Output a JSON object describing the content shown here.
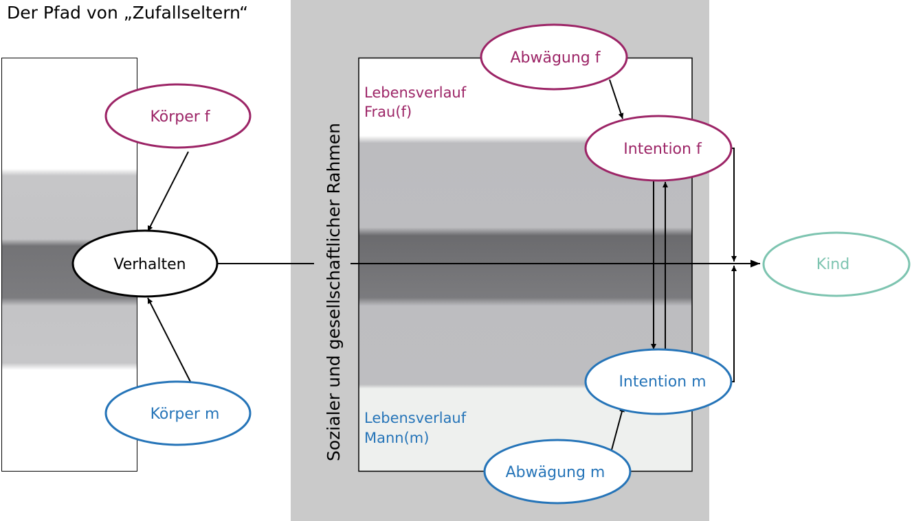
{
  "title": "Der Pfad von „Zufallseltern“",
  "vertical_label": "Sozialer und gesellschaftlicher Rahmen",
  "boxes": {
    "frau": {
      "label_line1": "Lebensverlauf",
      "label_line2": "Frau(f)"
    },
    "mann": {
      "label_line1": "Lebensverlauf",
      "label_line2": "Mann(m)"
    }
  },
  "nodes": {
    "koerper_f": "Körper f",
    "verhalten": "Verhalten",
    "koerper_m": "Körper m",
    "abwaegung_f": "Abwägung f",
    "intention_f": "Intention f",
    "intention_m": "Intention m",
    "abwaegung_m": "Abwägung m",
    "kind": "Kind"
  },
  "colors": {
    "female": "#9c2466",
    "male": "#2574b8",
    "child": "#7dc4b0",
    "neutral": "#000000",
    "frame_gray": "#cacaca"
  }
}
